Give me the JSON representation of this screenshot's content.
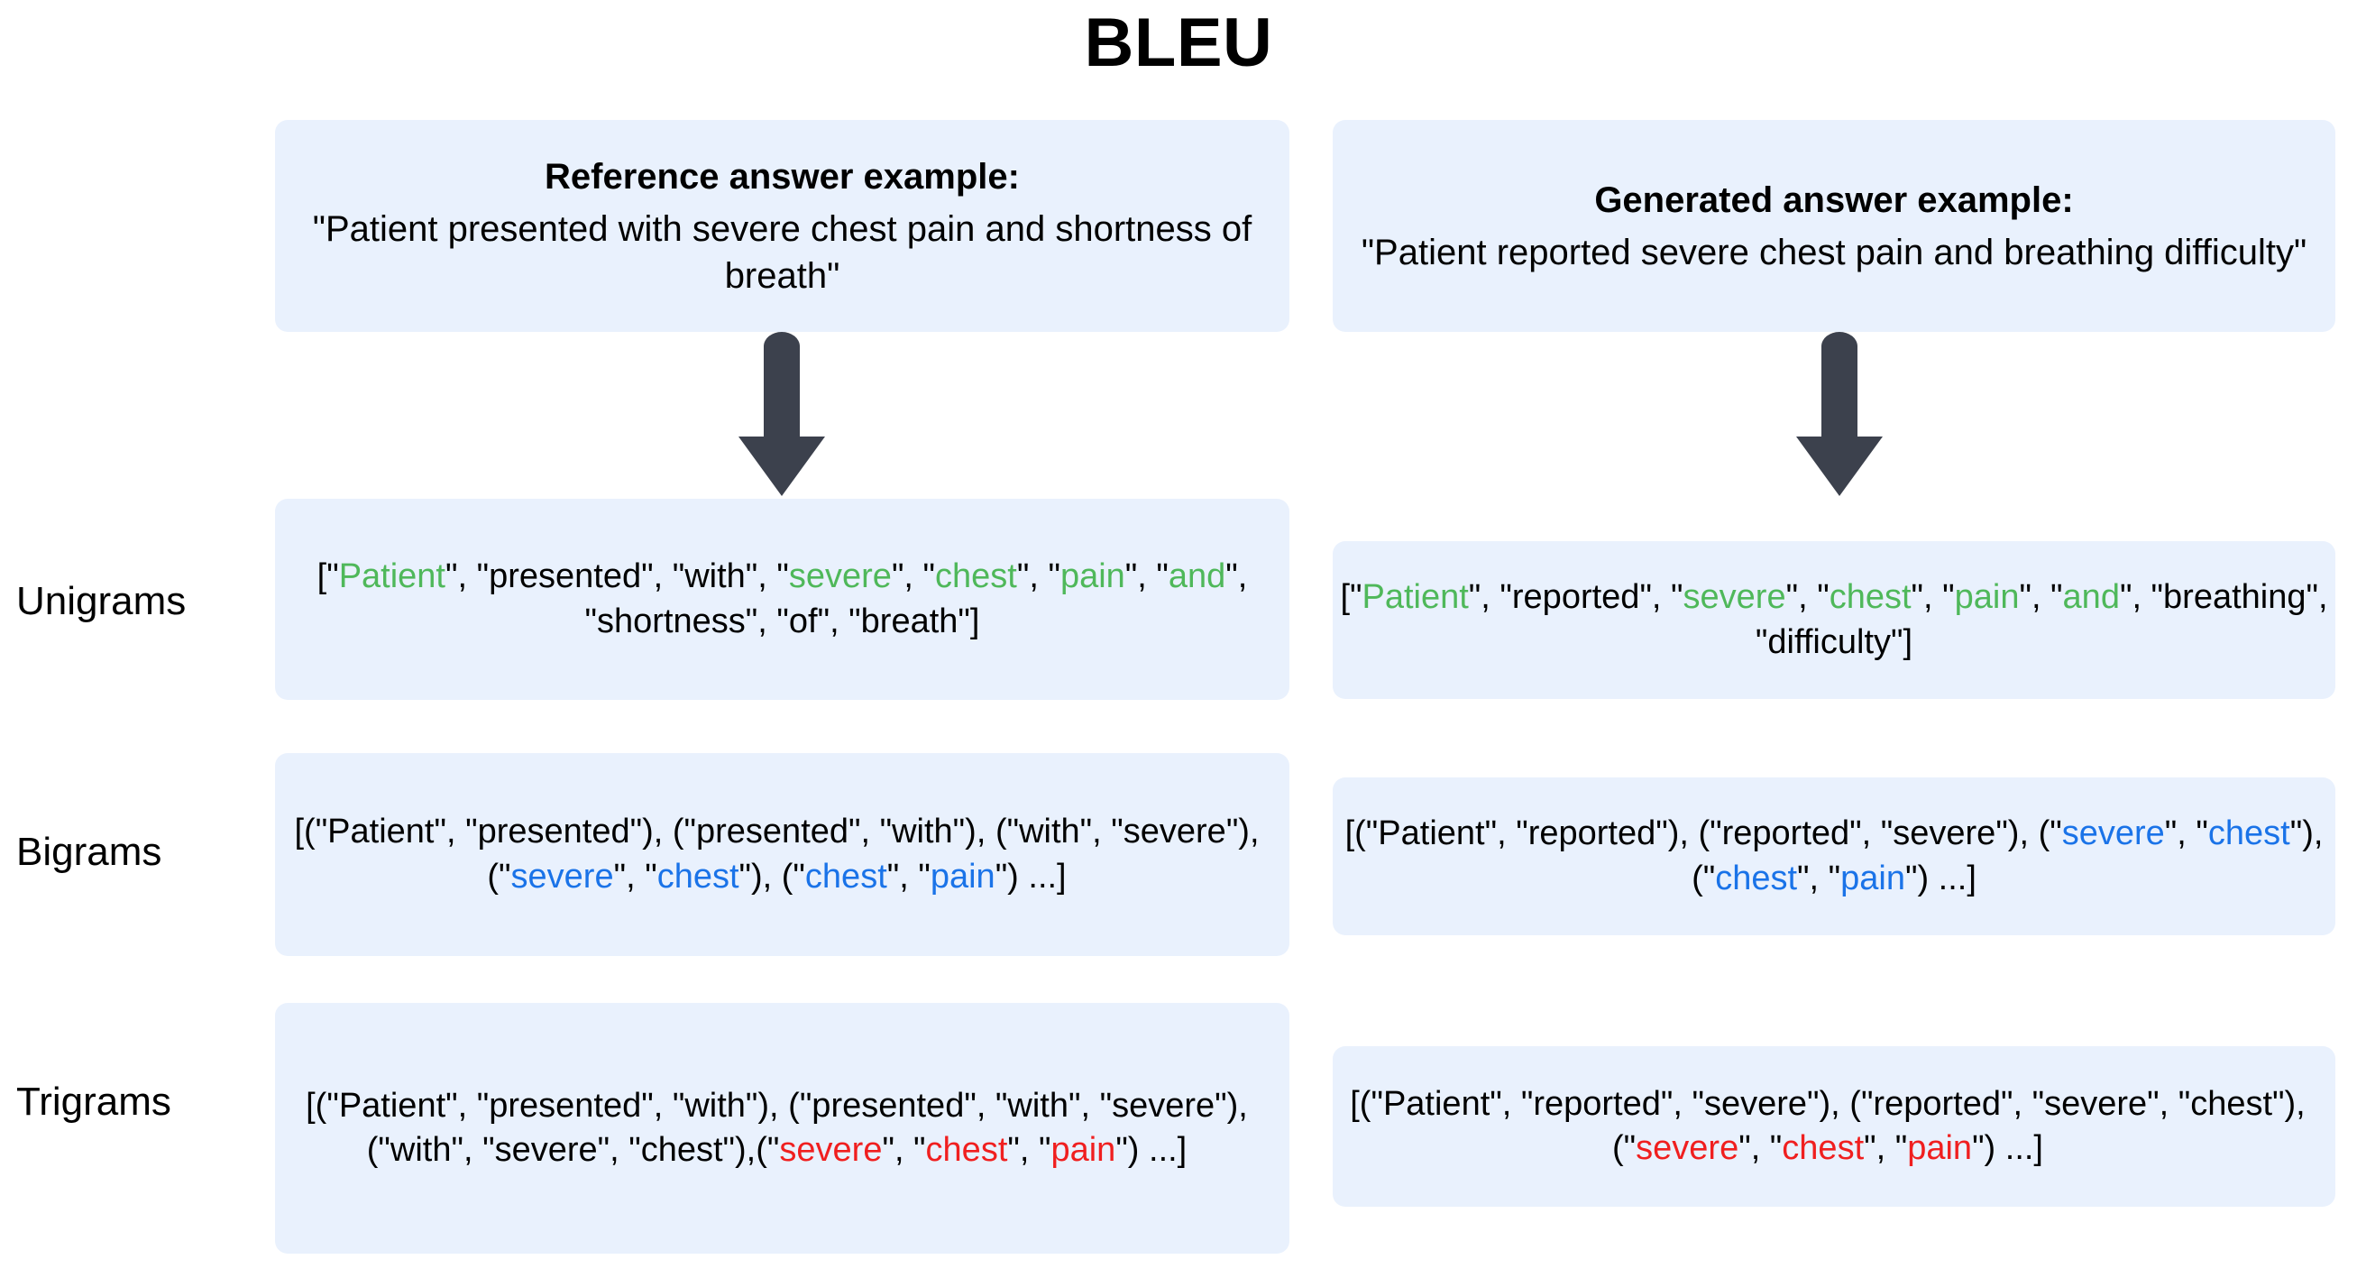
{
  "title": "BLEU",
  "colors": {
    "box_background": "#e9f1fd",
    "unigram_match": "#4fb85a",
    "bigram_match": "#1a73e8",
    "trigram_match": "#f01f1f",
    "arrow": "#3c414d",
    "text": "#000000"
  },
  "columns": {
    "reference": {
      "heading": "Reference answer example:",
      "sentence": "\"Patient presented with severe chest pain and shortness of breath\""
    },
    "generated": {
      "heading": "Generated answer example:",
      "sentence": "\"Patient reported severe chest pain and breathing difficulty\""
    }
  },
  "row_labels": {
    "unigrams": "Unigrams",
    "bigrams": "Bigrams",
    "trigrams": "Trigrams"
  },
  "ngrams": {
    "unigrams": {
      "reference": "[\"Patient\", \"presented\", \"with\", \"severe\", \"chest\", \"pain\", \"and\", \"shortness\", \"of\", \"breath\"]",
      "reference_tokens": [
        {
          "t": "[\"",
          "c": "k"
        },
        {
          "t": "Patient",
          "c": "g"
        },
        {
          "t": "\", \"",
          "c": "k"
        },
        {
          "t": "presented",
          "c": "k"
        },
        {
          "t": "\", \"",
          "c": "k"
        },
        {
          "t": "with",
          "c": "k"
        },
        {
          "t": "\", \"",
          "c": "k"
        },
        {
          "t": "severe",
          "c": "g"
        },
        {
          "t": "\", \"",
          "c": "k"
        },
        {
          "t": "chest",
          "c": "g"
        },
        {
          "t": "\", \"",
          "c": "k"
        },
        {
          "t": "pain",
          "c": "g"
        },
        {
          "t": "\", \"",
          "c": "k"
        },
        {
          "t": "and",
          "c": "g"
        },
        {
          "t": "\", \"",
          "c": "k"
        },
        {
          "t": "shortness",
          "c": "k"
        },
        {
          "t": "\", \"",
          "c": "k"
        },
        {
          "t": "of",
          "c": "k"
        },
        {
          "t": "\", \"",
          "c": "k"
        },
        {
          "t": "breath",
          "c": "k"
        },
        {
          "t": "\"]",
          "c": "k"
        }
      ],
      "generated": "[\"Patient\", \"reported\", \"severe\", \"chest\", \"pain\", \"and\", \"breathing\", \"difficulty\"]",
      "generated_tokens": [
        {
          "t": "[\"",
          "c": "k"
        },
        {
          "t": "Patient",
          "c": "g"
        },
        {
          "t": "\", \"",
          "c": "k"
        },
        {
          "t": "reported",
          "c": "k"
        },
        {
          "t": "\", \"",
          "c": "k"
        },
        {
          "t": "severe",
          "c": "g"
        },
        {
          "t": "\", \"",
          "c": "k"
        },
        {
          "t": "chest",
          "c": "g"
        },
        {
          "t": "\", \"",
          "c": "k"
        },
        {
          "t": "pain",
          "c": "g"
        },
        {
          "t": "\", \"",
          "c": "k"
        },
        {
          "t": "and",
          "c": "g"
        },
        {
          "t": "\", \"",
          "c": "k"
        },
        {
          "t": "breathing",
          "c": "k"
        },
        {
          "t": "\", \"",
          "c": "k"
        },
        {
          "t": "difficulty",
          "c": "k"
        },
        {
          "t": "\"]",
          "c": "k"
        }
      ]
    },
    "bigrams": {
      "reference": "[(\"Patient\", \"presented\"), (\"presented\", \"with\"), (\"with\", \"severe\"), (\"severe\", \"chest\"), (\"chest\", \"pain\") ...]",
      "reference_tokens": [
        {
          "t": "[(\"Patient\", \"presented\"), (\"presented\", \"with\"), (\"with\", \"severe\"), (\"",
          "c": "k"
        },
        {
          "t": "severe",
          "c": "b"
        },
        {
          "t": "\", \"",
          "c": "k"
        },
        {
          "t": "chest",
          "c": "b"
        },
        {
          "t": "\"), (\"",
          "c": "k"
        },
        {
          "t": "chest",
          "c": "b"
        },
        {
          "t": "\", \"",
          "c": "k"
        },
        {
          "t": "pain",
          "c": "b"
        },
        {
          "t": "\") ...]",
          "c": "k"
        }
      ],
      "generated": "[(\"Patient\", \"reported\"), (\"reported\", \"severe\"), (\"severe\", \"chest\"), (\"chest\", \"pain\") ...]",
      "generated_tokens": [
        {
          "t": "[(\"Patient\", \"reported\"), (\"reported\", \"severe\"), (\"",
          "c": "k"
        },
        {
          "t": "severe",
          "c": "b"
        },
        {
          "t": "\", \"",
          "c": "k"
        },
        {
          "t": "chest",
          "c": "b"
        },
        {
          "t": "\"), (\"",
          "c": "k"
        },
        {
          "t": "chest",
          "c": "b"
        },
        {
          "t": "\", \"",
          "c": "k"
        },
        {
          "t": "pain",
          "c": "b"
        },
        {
          "t": "\") ...]",
          "c": "k"
        }
      ]
    },
    "trigrams": {
      "reference": "[(\"Patient\", \"presented\", \"with\"), (\"presented\", \"with\", \"severe\"), (\"with\", \"severe\", \"chest\"),(\"severe\", \"chest\", \"pain\") ...]",
      "reference_tokens": [
        {
          "t": "[(\"Patient\", \"presented\", \"with\"), (\"presented\", \"with\", \"severe\"), (\"with\", \"severe\", \"chest\"),(\"",
          "c": "k"
        },
        {
          "t": "severe",
          "c": "r"
        },
        {
          "t": "\", \"",
          "c": "k"
        },
        {
          "t": "chest",
          "c": "r"
        },
        {
          "t": "\", \"",
          "c": "k"
        },
        {
          "t": "pain",
          "c": "r"
        },
        {
          "t": "\") ...]",
          "c": "k"
        }
      ],
      "generated": "[(\"Patient\", \"reported\", \"severe\"), (\"reported\", \"severe\", \"chest\"), (\"severe\", \"chest\", \"pain\") ...]",
      "generated_tokens": [
        {
          "t": "[(\"Patient\", \"reported\", \"severe\"), (\"reported\", \"severe\", \"chest\"), (\"",
          "c": "k"
        },
        {
          "t": "severe",
          "c": "r"
        },
        {
          "t": "\", \"",
          "c": "k"
        },
        {
          "t": "chest",
          "c": "r"
        },
        {
          "t": "\", \"",
          "c": "k"
        },
        {
          "t": "pain",
          "c": "r"
        },
        {
          "t": "\") ...]",
          "c": "k"
        }
      ]
    }
  },
  "icons": {
    "arrow_reference": "arrow-down-icon",
    "arrow_generated": "arrow-down-icon"
  }
}
